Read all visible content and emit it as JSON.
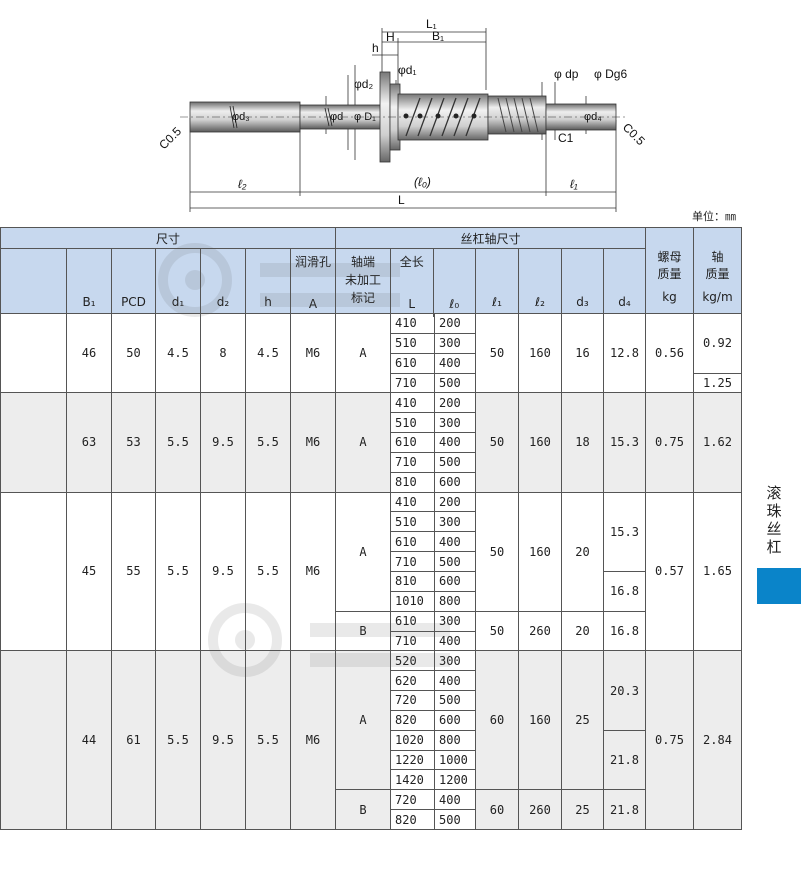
{
  "drawing": {
    "L1": "L₁",
    "H": "H",
    "B1": "B₁",
    "h": "h",
    "d1": "φd₁",
    "d2": "φd₂",
    "d3": "φd₃",
    "d": "φd",
    "D1": "φ D₁",
    "dp": "φ dp",
    "Dg6": "φ Dg6",
    "d4": "φd₄",
    "C1": "C1",
    "c05_left": "C0.5",
    "c05_right": "C0.5",
    "l2": "ℓ₂",
    "l0": "(ℓ₀)",
    "l1": "ℓ₁",
    "L": "L"
  },
  "unit_label": "单位：㎜",
  "side_title": "滚珠丝杠",
  "accent_color": "#0a84c9",
  "header": {
    "size": "尺寸",
    "screw_dims": "丝杠轴尺寸",
    "nut_mass": "螺母\n质量",
    "shaft_mass": "轴\n质量",
    "lube": "润滑孔",
    "shaft_end": "轴端\n未加工\n标记",
    "full_length": "全长",
    "sym": {
      "B1": "B₁",
      "PCD": "PCD",
      "d1": "d₁",
      "d2": "d₂",
      "h": "h",
      "A": "A",
      "L": "L",
      "l0": "ℓ₀",
      "l1": "ℓ₁",
      "l2": "ℓ₂",
      "d3": "d₃",
      "d4": "d₄",
      "kg": "kg",
      "kgm": "kg/m"
    }
  },
  "groups": [
    {
      "B1": "46",
      "PCD": "50",
      "d1": "4.5",
      "d2": "8",
      "h": "4.5",
      "A": "M6",
      "nut_mass": "0.56",
      "shaft_masses": [
        {
          "value": "0.92",
          "rows": 3
        },
        {
          "value": "1.25",
          "rows": 1
        }
      ],
      "subs": [
        {
          "end": "A",
          "l1": "50",
          "l2": "160",
          "d3": "16",
          "d4": [
            {
              "value": "12.8",
              "rows": 4
            }
          ],
          "rows": [
            [
              "410",
              "200"
            ],
            [
              "510",
              "300"
            ],
            [
              "610",
              "400"
            ],
            [
              "710",
              "500"
            ]
          ]
        }
      ]
    },
    {
      "B1": "63",
      "PCD": "53",
      "d1": "5.5",
      "d2": "9.5",
      "h": "5.5",
      "A": "M6",
      "nut_mass": "0.75",
      "shaft_masses": [
        {
          "value": "1.62",
          "rows": 5
        }
      ],
      "subs": [
        {
          "end": "A",
          "l1": "50",
          "l2": "160",
          "d3": "18",
          "d4": [
            {
              "value": "15.3",
              "rows": 5
            }
          ],
          "rows": [
            [
              "410",
              "200"
            ],
            [
              "510",
              "300"
            ],
            [
              "610",
              "400"
            ],
            [
              "710",
              "500"
            ],
            [
              "810",
              "600"
            ]
          ]
        }
      ]
    },
    {
      "B1": "45",
      "PCD": "55",
      "d1": "5.5",
      "d2": "9.5",
      "h": "5.5",
      "A": "M6",
      "nut_mass": "0.57",
      "shaft_masses": [
        {
          "value": "1.65",
          "rows": 8
        }
      ],
      "subs": [
        {
          "end": "A",
          "l1": "50",
          "l2": "160",
          "d3": "20",
          "d4": [
            {
              "value": "15.3",
              "rows": 4
            },
            {
              "value": "16.8",
              "rows": 2
            }
          ],
          "rows": [
            [
              "410",
              "200"
            ],
            [
              "510",
              "300"
            ],
            [
              "610",
              "400"
            ],
            [
              "710",
              "500"
            ],
            [
              "810",
              "600"
            ],
            [
              "1010",
              "800"
            ]
          ]
        },
        {
          "end": "B",
          "l1": "50",
          "l2": "260",
          "d3": "20",
          "d4": [
            {
              "value": "16.8",
              "rows": 2
            }
          ],
          "rows": [
            [
              "610",
              "300"
            ],
            [
              "710",
              "400"
            ]
          ]
        }
      ]
    },
    {
      "B1": "44",
      "PCD": "61",
      "d1": "5.5",
      "d2": "9.5",
      "h": "5.5",
      "A": "M6",
      "nut_mass": "0.75",
      "shaft_masses": [
        {
          "value": "2.84",
          "rows": 9
        }
      ],
      "subs": [
        {
          "end": "A",
          "l1": "60",
          "l2": "160",
          "d3": "25",
          "d4": [
            {
              "value": "20.3",
              "rows": 4
            },
            {
              "value": "21.8",
              "rows": 3
            }
          ],
          "rows": [
            [
              "520",
              "300"
            ],
            [
              "620",
              "400"
            ],
            [
              "720",
              "500"
            ],
            [
              "820",
              "600"
            ],
            [
              "1020",
              "800"
            ],
            [
              "1220",
              "1000"
            ],
            [
              "1420",
              "1200"
            ]
          ]
        },
        {
          "end": "B",
          "l1": "60",
          "l2": "260",
          "d3": "25",
          "d4": [
            {
              "value": "21.8",
              "rows": 2
            }
          ],
          "rows": [
            [
              "720",
              "400"
            ],
            [
              "820",
              "500"
            ]
          ]
        }
      ]
    }
  ]
}
